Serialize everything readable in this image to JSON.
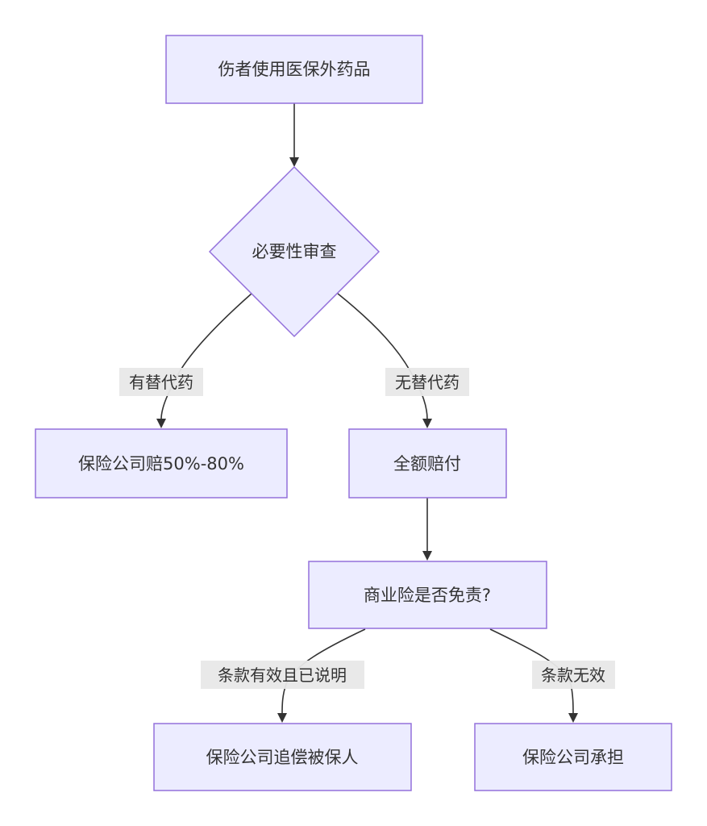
{
  "nodes": {
    "start": "伤者使用医保外药品",
    "decision": "必要性审查",
    "has_alt": "保险公司赔50%-80%",
    "full_pay": "全额赔付",
    "exempt_check": "商业险是否免责?",
    "recover": "保险公司追偿被保人",
    "insurer_bears": "保险公司承担"
  },
  "edges": {
    "has_alt_label": "有替代药",
    "no_alt_label": "无替代药",
    "explained_label": "条款有效且已说明",
    "invalid_label": "条款无效"
  },
  "colors": {
    "node_fill": "#ECECFF",
    "node_stroke": "#9370DB",
    "edge": "#333333",
    "label_bg": "#E8E8E8"
  }
}
